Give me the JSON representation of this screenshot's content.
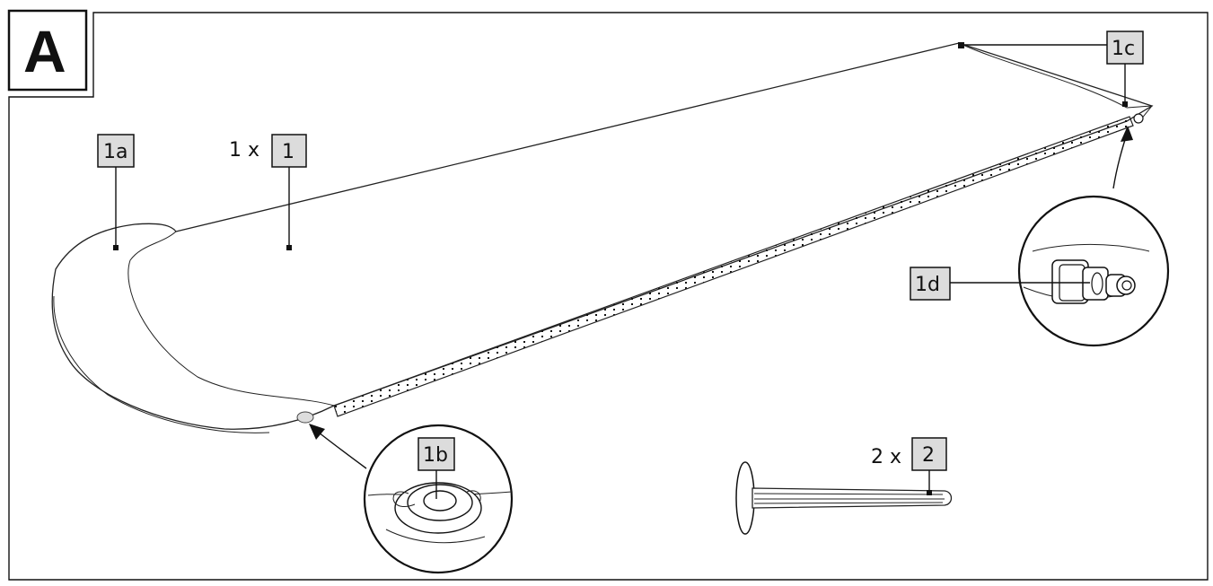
{
  "section": {
    "letter": "A"
  },
  "parts": {
    "main": {
      "quantity": "1 x",
      "label": "1"
    },
    "sub_a": {
      "label": "1a"
    },
    "sub_b": {
      "label": "1b"
    },
    "sub_c": {
      "label": "1c"
    },
    "sub_d": {
      "label": "1d"
    },
    "stake": {
      "quantity": "2 x",
      "label": "2"
    }
  }
}
